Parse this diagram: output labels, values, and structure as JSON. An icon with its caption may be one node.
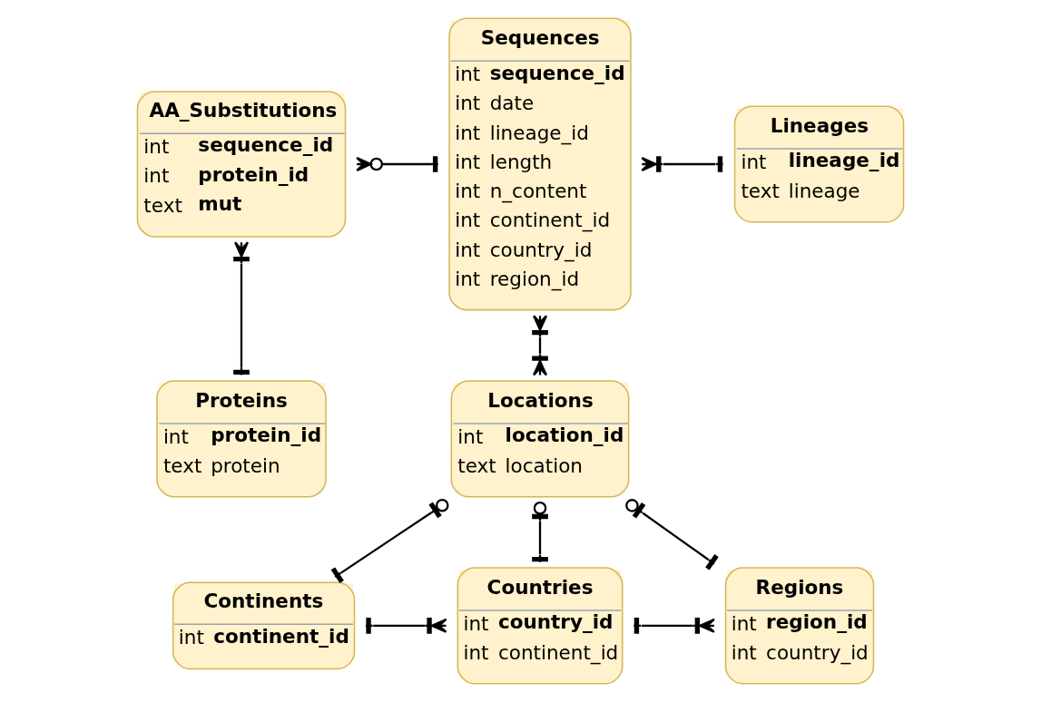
{
  "diagram": {
    "nodes": [
      {
        "text": [
          "AA_Substitutions",
          "int",
          "sequence_id",
          "int",
          "protein_id",
          "text",
          "mut"
        ]
      },
      {
        "text": [
          "Sequences",
          "int",
          "sequence_id",
          "int",
          "date",
          "int",
          "lineage_id",
          "int",
          "length",
          "int",
          "n_content",
          "int",
          "continent_id",
          "int",
          "country_id",
          "int",
          "region_id"
        ]
      },
      {
        "text": [
          "Lineages",
          "int",
          "lineage_id",
          "text",
          "lineage"
        ]
      },
      {
        "text": [
          "Proteins",
          "int",
          "protein_id",
          "text",
          "protein"
        ]
      },
      {
        "text": [
          "Locations",
          "int",
          "location_id",
          "text",
          "location"
        ]
      },
      {
        "text": [
          "Continents",
          "int",
          "continent_id"
        ]
      },
      {
        "text": [
          "Countries",
          "int",
          "country_id",
          "int",
          "continent_id"
        ]
      },
      {
        "text": [
          "Regions",
          "int",
          "region_id",
          "int",
          "country_id"
        ]
      }
    ],
    "edges": [
      {
        "from": 0,
        "to": 1,
        "arrow": "other"
      },
      {
        "from": 1,
        "to": 2,
        "arrow": "other"
      },
      {
        "from": 0,
        "to": 3,
        "arrow": "other"
      },
      {
        "from": 1,
        "to": 4,
        "arrow": "other"
      },
      {
        "from": 4,
        "to": 5,
        "arrow": "other"
      },
      {
        "from": 4,
        "to": 6,
        "arrow": "other"
      },
      {
        "from": 4,
        "to": 7,
        "arrow": "other"
      },
      {
        "from": 5,
        "to": 6,
        "arrow": "other"
      },
      {
        "from": 6,
        "to": 7,
        "arrow": "other"
      }
    ]
  }
}
